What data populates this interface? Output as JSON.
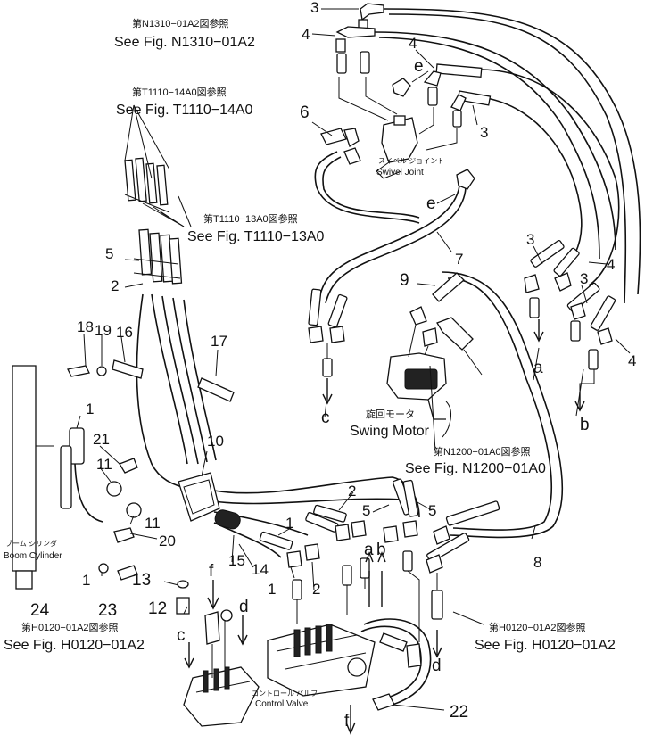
{
  "refs": {
    "n1310_jp": "第N1310−01A2図参照",
    "n1310_en": "See Fig. N1310−01A2",
    "t1110_14_jp": "第T1110−14A0図参照",
    "t1110_14_en": "See Fig. T1110−14A0",
    "t1110_13_jp": "第T1110−13A0図参照",
    "t1110_13_en": "See Fig. T1110−13A0",
    "n1200_jp": "第N1200−01A0図参照",
    "n1200_en": "See Fig. N1200−01A0",
    "h0120_left_jp": "第H0120−01A2図参照",
    "h0120_left_en": "See Fig. H0120−01A2",
    "h0120_right_jp": "第H0120−01A2図参照",
    "h0120_right_en": "See Fig. H0120−01A2"
  },
  "components": {
    "swivel_jp": "スイベル ジョイント",
    "swivel_en": "Swivel Joint",
    "swing_jp": "旋回モータ",
    "swing_en": "Swing Motor",
    "boom_jp": "ブーム シリンダ",
    "boom_en": "Boom Cylinder",
    "valve_jp": "コントロール バルブ",
    "valve_en": "Control Valve"
  },
  "callouts": {
    "n3a": "3",
    "n4a": "4",
    "n4b": "4",
    "ea": "e",
    "n3b": "3",
    "n6": "6",
    "eb": "e",
    "n7": "7",
    "n5a": "5",
    "n2a": "2",
    "n3c": "3",
    "n4c": "4",
    "n3d": "3",
    "n4d": "4",
    "n9": "9",
    "aa": "a",
    "ba": "b",
    "ca": "c",
    "n18": "18",
    "n19": "19",
    "n16": "16",
    "n17": "17",
    "n1a": "1",
    "n21": "21",
    "n11a": "11",
    "n10": "10",
    "n11b": "11",
    "n20": "20",
    "n2b": "2",
    "n5b": "5",
    "n5c": "5",
    "n1b": "1",
    "n2c": "2",
    "n15": "15",
    "n14": "14",
    "n1c": "1",
    "n1d": "1",
    "n13": "13",
    "n8": "8",
    "n24": "24",
    "n23": "23",
    "n12": "12",
    "fa": "f",
    "da": "d",
    "cb": "c",
    "ab": "a",
    "bb": "b",
    "db": "d",
    "fb": "f",
    "n22": "22"
  }
}
